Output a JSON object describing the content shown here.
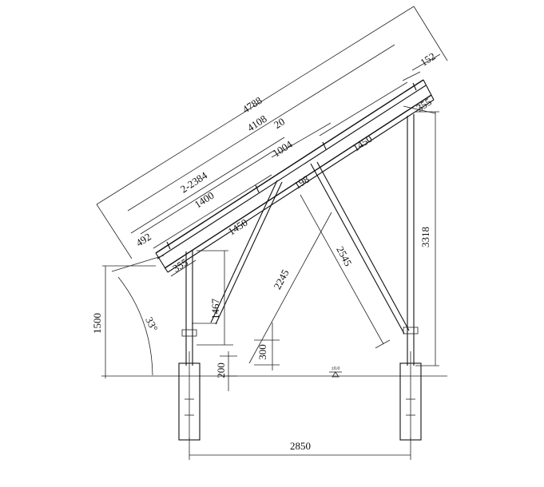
{
  "dimensions": {
    "total_length": "4788",
    "panel_length": "4108",
    "top_overhang": "152",
    "panel_gap": "20",
    "rail_span": "1004",
    "upper_rail_segment": "1450",
    "panel_spacing": "2-2384",
    "lower_rail_segment": "1400",
    "brace_offset": "198",
    "lower_end_overhang": "492",
    "lower_rail_segment_2": "1450",
    "top_clamp_offset": "355",
    "bottom_clamp_offset": "355",
    "rear_post_height": "3318",
    "rear_brace_length": "2545",
    "front_brace_length": "2245",
    "front_post_height": "1467",
    "front_height": "1500",
    "tilt_angle": "33°",
    "brace_foot_offset": "300",
    "embed_depth": "200",
    "post_spacing": "2850"
  },
  "ground_label": "±0.0"
}
